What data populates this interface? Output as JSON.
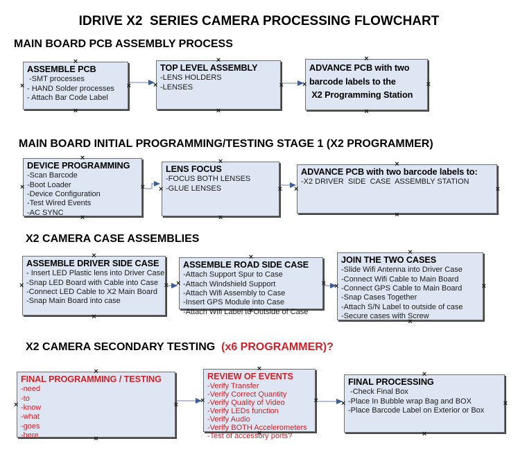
{
  "title": "IDRIVE X2  SERIES CAMERA PROCESSING FLOWCHART",
  "colors": {
    "box_fill": "#dde6f2",
    "box_border": "#6e6e6e",
    "box_shadow": "#474747",
    "red_text": "#cc2229",
    "arrow_line": "#9bacc7",
    "arrow_head": "#3b5e9a"
  },
  "sections": [
    {
      "heading": "MAIN BOARD PCB ASSEMBLY PROCESS",
      "boxes": [
        {
          "title": "ASSEMBLE PCB",
          "items": [
            " -SMT processes",
            "- HAND Solder processes",
            "- Attach Bar Code Label"
          ]
        },
        {
          "title": "TOP LEVEL ASSEMBLY",
          "items": [
            "-LENS HOLDERS",
            "-LENSES"
          ]
        },
        {
          "title": "ADVANCE PCB with two\nbarcode labels to the\n X2 Programming Station",
          "items": []
        }
      ]
    },
    {
      "heading": "MAIN BOARD INITIAL PROGRAMMING/TESTING STAGE 1 (X2 PROGRAMMER)",
      "boxes": [
        {
          "title": "DEVICE PROGRAMMING",
          "items": [
            "-Scan Barcode",
            "-Boot Loader",
            "-Device Configuration",
            "-Test Wired Events",
            "-AC SYNC"
          ]
        },
        {
          "title": "LENS FOCUS",
          "items": [
            "-FOCUS BOTH LENSES",
            "-GLUE LENSES"
          ]
        },
        {
          "title": "ADVANCE PCB with two barcode labels to:",
          "items": [
            "-X2 DRIVER  SIDE  CASE  ASSEMBLY STATION"
          ]
        }
      ]
    },
    {
      "heading": "X2 CAMERA CASE ASSEMBLIES",
      "boxes": [
        {
          "title": "ASSEMBLE DRIVER SIDE CASE",
          "items": [
            "- Insert LED Plastic lens into Driver Case",
            "-Snap LED Board with Cable into Case",
            "-Connect LED Cable to X2 Main Board",
            "-Snap Main Board into case"
          ]
        },
        {
          "title": "ASSEMBLE ROAD SIDE CASE",
          "items": [
            "-Attach Support Spur to Case",
            "-Attach Windshield Support",
            "-Attach Wifi Assembly to Case",
            "-Insert GPS Module into Case",
            "-Attach Wifi Label to Outside of Case"
          ]
        },
        {
          "title": "JOIN THE TWO CASES",
          "items": [
            "-Slide Wifi Antenna into Driver Case",
            "-Connect Wifi Cable to Main Board",
            "-Connect GPS Cable to Main Board",
            "-Snap Cases Together",
            "-Attach S/N Label to outside of case",
            "-Secure cases with Screw"
          ]
        }
      ]
    },
    {
      "heading": "X2 CAMERA SECONDARY TESTING  ",
      "heading_red": "(x6 PROGRAMMER)?",
      "boxes": [
        {
          "title": "FINAL PROGRAMMING / TESTING",
          "items": [
            "-need",
            "-to",
            "-know",
            "-what",
            "-goes",
            "-here"
          ]
        },
        {
          "title": "REVIEW OF EVENTS",
          "items": [
            "-Verify Transfer",
            "-Verify Correct Quantity",
            "-Verify Quality of Video",
            "-Verify LEDs function",
            "-Verify Audio",
            "-Verify BOTH Accelerometers",
            "-Test of accessory ports?"
          ]
        },
        {
          "title": "FINAL PROCESSING",
          "items": [
            " -Check Final Box",
            "-Place In Bubble wrap Bag and BOX",
            "-Place Barcode Label on Exterior or Box"
          ]
        }
      ]
    }
  ]
}
